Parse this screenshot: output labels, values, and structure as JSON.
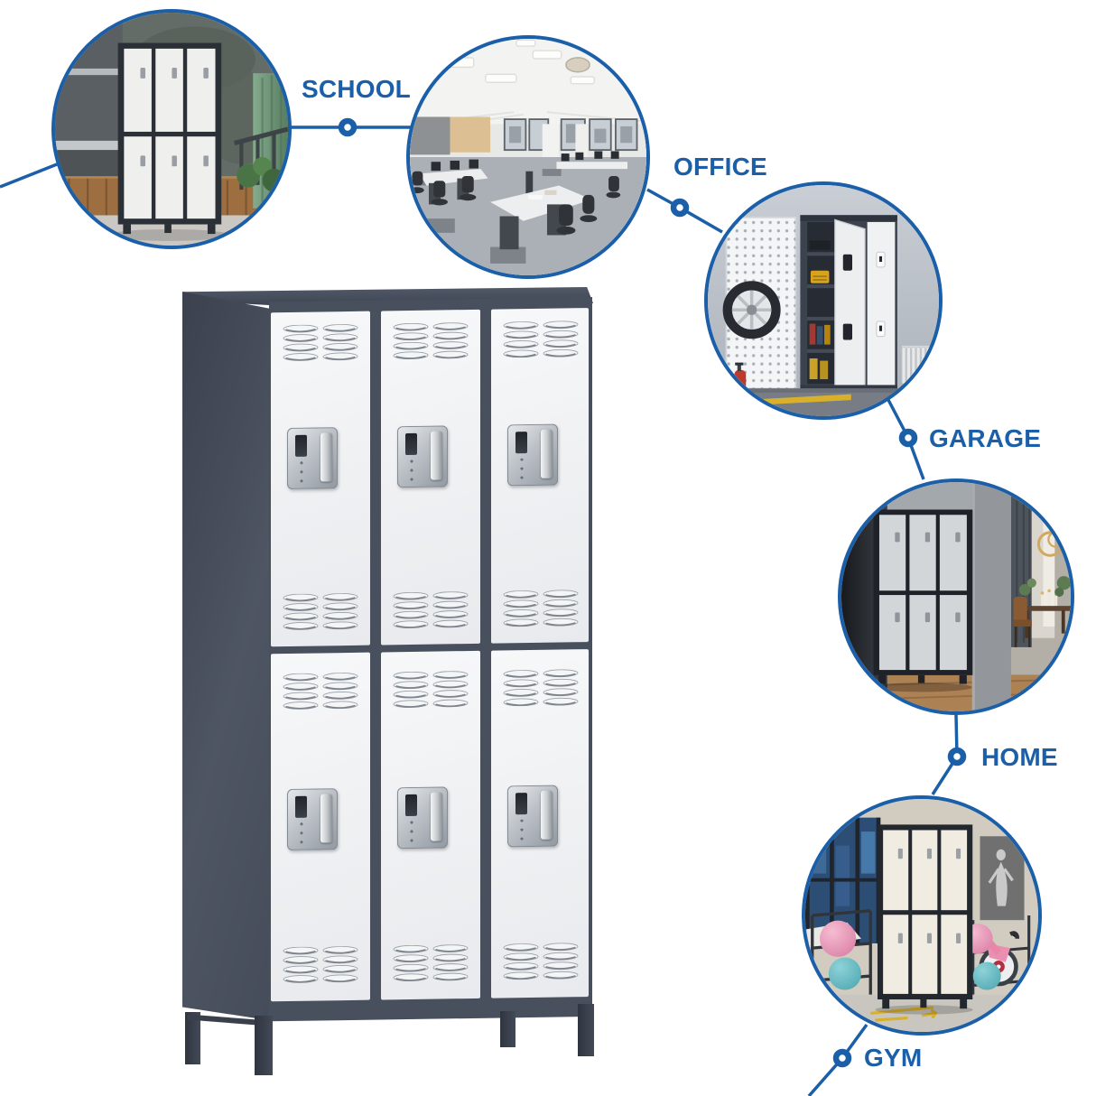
{
  "page": {
    "background_color": "#ffffff",
    "accent_color": "#1b5fa9",
    "connector_dot_style": "blue-ring-white-center"
  },
  "callouts": [
    {
      "id": "school",
      "label": "SCHOOL",
      "scene": "school-lockers-photo"
    },
    {
      "id": "office",
      "label": "OFFICE",
      "scene": "open-plan-office-photo"
    },
    {
      "id": "garage",
      "label": "GARAGE",
      "scene": "garage-lockers-photo"
    },
    {
      "id": "home",
      "label": "HOME",
      "scene": "home-lockers-photo"
    },
    {
      "id": "gym",
      "label": "GYM",
      "scene": "gym-lockers-photo"
    }
  ],
  "product": {
    "description": "metal storage locker, 3 columns x 2 rows (6 doors) on legs",
    "columns": 3,
    "rows": 2,
    "frame_color": "#48505e",
    "door_color": "#f1f2f4",
    "handle_color": "#c0c5ca"
  }
}
